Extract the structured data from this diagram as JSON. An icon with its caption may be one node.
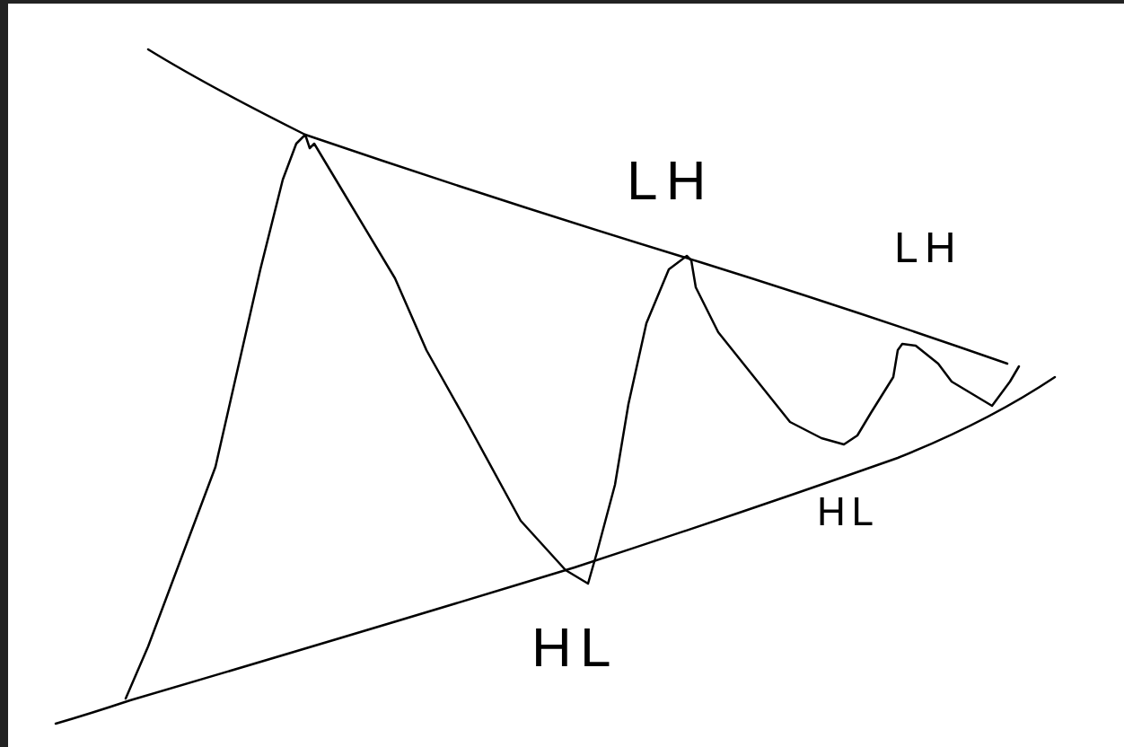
{
  "diagram": {
    "labels": [
      "LH",
      "LH",
      "HL",
      "HL"
    ]
  }
}
